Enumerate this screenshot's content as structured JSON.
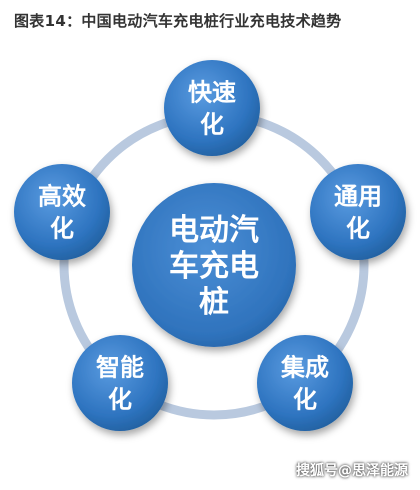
{
  "header": {
    "figure_label": "图表14：",
    "figure_title": "中国电动汽车充电桩行业充电技术趋势"
  },
  "center": {
    "lines": [
      "电动汽",
      "车充电",
      "桩"
    ]
  },
  "nodes": [
    {
      "id": "fast",
      "lines": [
        "快速",
        "化"
      ]
    },
    {
      "id": "universal",
      "lines": [
        "通用",
        "化"
      ]
    },
    {
      "id": "integration",
      "lines": [
        "集成",
        "化"
      ]
    },
    {
      "id": "smart",
      "lines": [
        "智能",
        "化"
      ]
    },
    {
      "id": "efficient",
      "lines": [
        "高效",
        "化"
      ]
    }
  ],
  "colors": {
    "node_fill": "#2e74c0",
    "node_fill_light": "#5a9be0",
    "center_fill": "#2f73bd",
    "ring_color": "#b9c9df",
    "node_text": "#ffffff",
    "title_text": "#333333"
  },
  "watermark": "搜狐号@思泽能源"
}
